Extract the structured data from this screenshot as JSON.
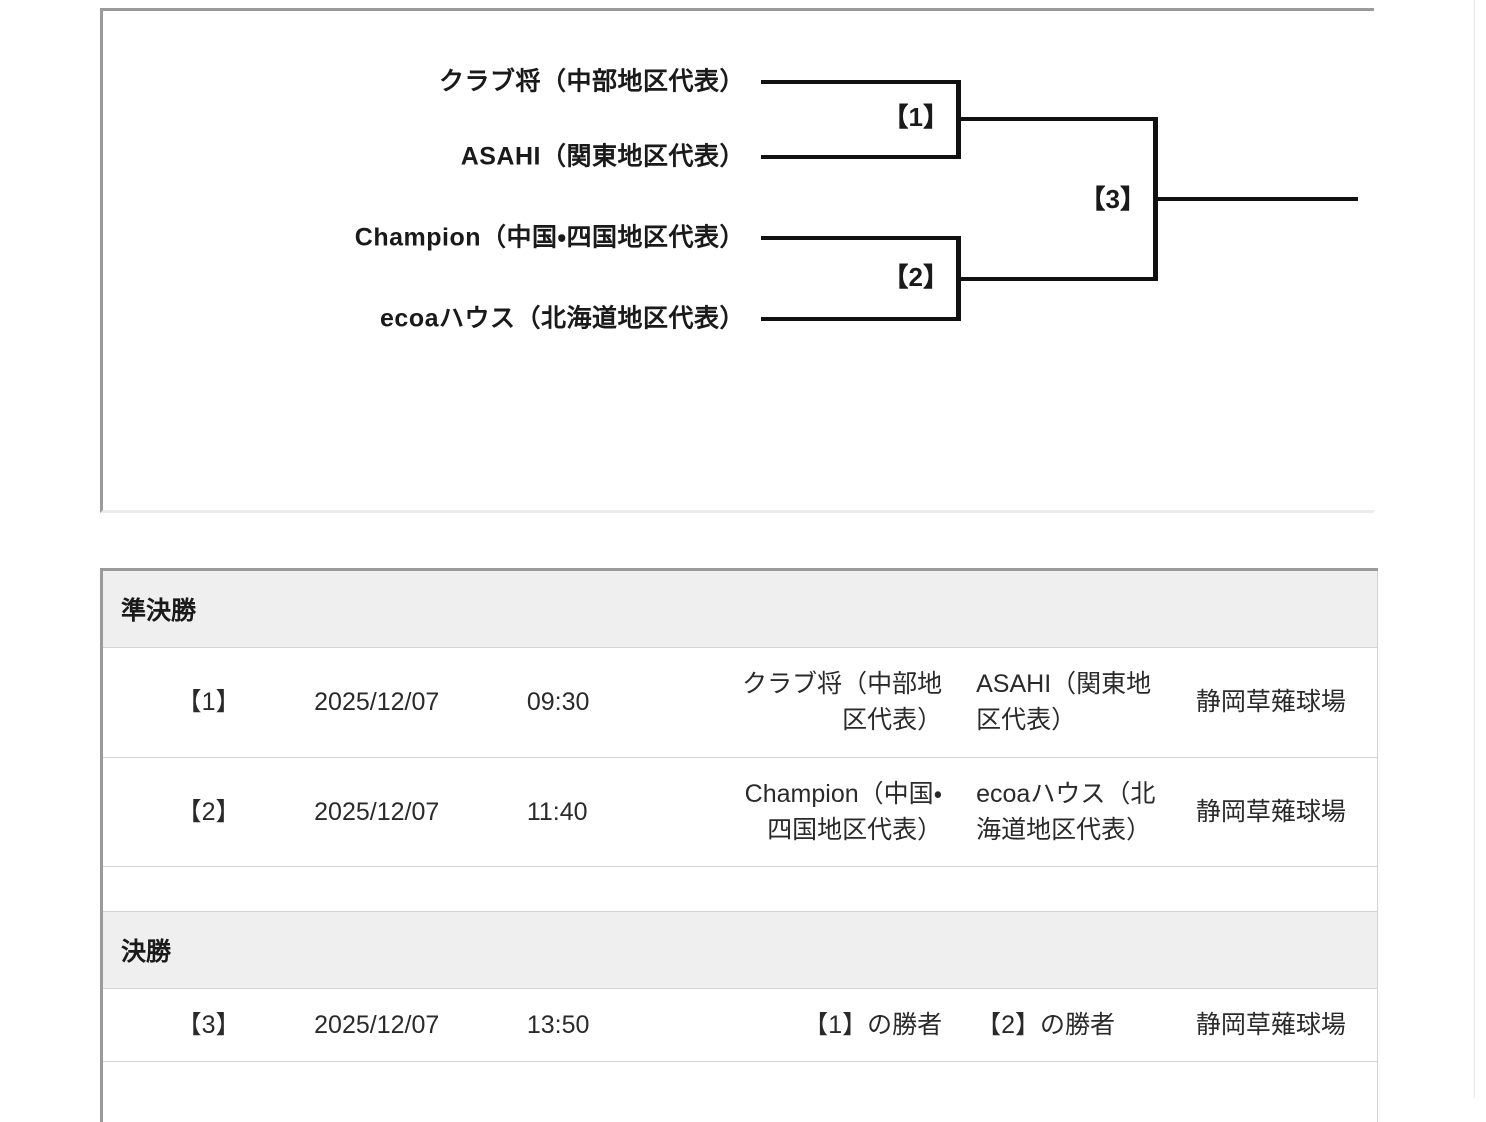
{
  "bracket": {
    "teams": [
      {
        "name": "クラブ将（中部地区代表）"
      },
      {
        "name": "ASAHI（関東地区代表）"
      },
      {
        "name": "Champion（中国・四国地区代表）"
      },
      {
        "name": "ecoaハウス（北海道地区代表）"
      }
    ],
    "matches": [
      {
        "label": "【1】"
      },
      {
        "label": "【2】"
      },
      {
        "label": "【3】"
      }
    ]
  },
  "schedule": {
    "sections": [
      {
        "title": "準決勝",
        "rows": [
          {
            "no": "【1】",
            "date": "2025/12/07",
            "time": "09:30",
            "team_a": "クラブ将（中部地区代表）",
            "team_b": "ASAHI（関東地区代表）",
            "venue": "静岡草薙球場"
          },
          {
            "no": "【2】",
            "date": "2025/12/07",
            "time": "11:40",
            "team_a": "Champion（中国・四国地区代表）",
            "team_b": "ecoaハウス（北海道地区代表）",
            "venue": "静岡草薙球場"
          }
        ]
      },
      {
        "title": "決勝",
        "rows": [
          {
            "no": "【3】",
            "date": "2025/12/07",
            "time": "13:50",
            "team_a": "【1】の勝者",
            "team_b": "【2】の勝者",
            "venue": "静岡草薙球場"
          }
        ]
      }
    ]
  },
  "colors": {
    "panel_border": "#9a9a9a",
    "bracket_line": "#111111",
    "section_background": "#efefef",
    "row_divider": "#d4d4d4"
  }
}
